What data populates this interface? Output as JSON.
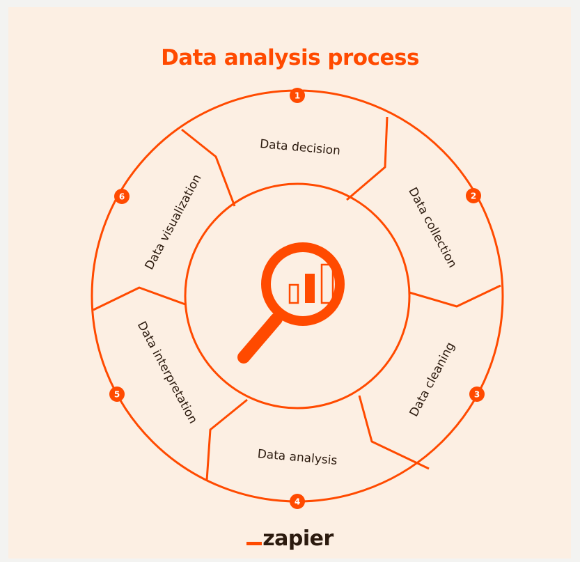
{
  "title": "Data analysis process",
  "steps": [
    {
      "number": "1",
      "label": "Data decision"
    },
    {
      "number": "2",
      "label": "Data collection"
    },
    {
      "number": "3",
      "label": "Data cleaning"
    },
    {
      "number": "4",
      "label": "Data analysis"
    },
    {
      "number": "5",
      "label": "Data interpretation"
    },
    {
      "number": "6",
      "label": "Data visualization"
    }
  ],
  "center_icon": "magnifier-bar-chart-icon",
  "logo": "zapier",
  "colors": {
    "accent": "#ff4a00",
    "background": "#fcefe3",
    "text": "#2b1a0e"
  }
}
